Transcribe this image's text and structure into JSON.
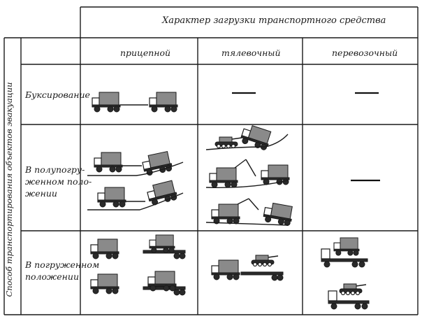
{
  "header": {
    "load_character": "Характер загрузки транспортного средства",
    "col_trailer": "прицепной",
    "col_towing": "тялевочный",
    "col_transport": "перевозочный"
  },
  "side_label": "Способ транспортирования объектов эвакуации",
  "rows": [
    {
      "label": [
        "Буксирование"
      ],
      "towing_value": "—",
      "transport_value": "—"
    },
    {
      "label": [
        "В полупогру-",
        "женном поло-",
        "жении"
      ],
      "transport_value": "—"
    },
    {
      "label": [
        "В погруженном",
        "положении"
      ]
    }
  ],
  "illustrations": {
    "r1_trailer": "truck-towing-truck",
    "r2_towing": "wrecker-towing-vehicle",
    "r2_trailer": "truck-with-semi-trailer",
    "r3_trailer": "truck-with-lowbed-trailer",
    "r3_towing": "tractor-with-tank-on-lowbed",
    "r3_transport": "truck-carrying-vehicle"
  }
}
